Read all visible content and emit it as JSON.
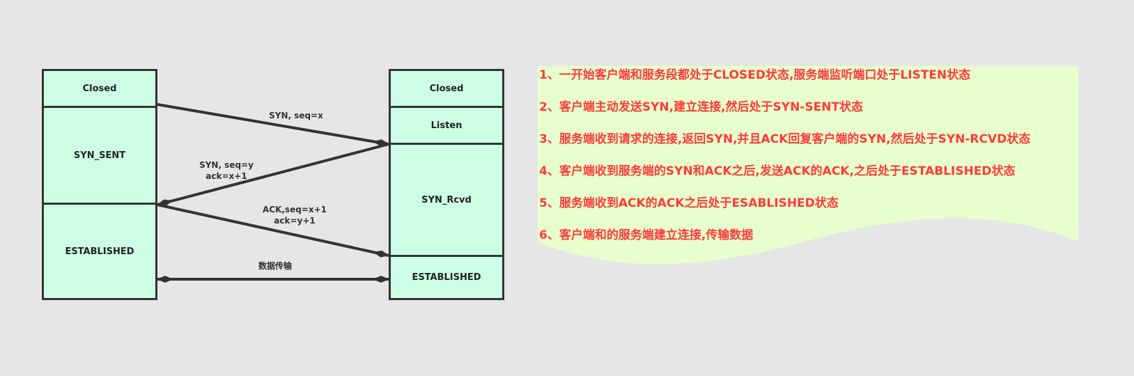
{
  "client": {
    "states": [
      "Closed",
      "SYN_SENT",
      "ESTABLISHED"
    ]
  },
  "server": {
    "states": [
      "Closed",
      "Listen",
      "SYN_Rcvd",
      "ESTABLISHED"
    ]
  },
  "messages": {
    "syn": "SYN, seq=x",
    "syn_ack_1": "SYN, seq=y",
    "syn_ack_2": "ack=x+1",
    "ack_1": "ACK,seq=x+1",
    "ack_2": "ack=y+1",
    "data": "数据传输"
  },
  "colors": {
    "box_fill": "#ccffe6",
    "border": "#333333",
    "note_fill": "#e6ffcc",
    "note_text": "#ff3b3b",
    "background": "#e6e6e6"
  },
  "notes": [
    "1、一开始客户端和服务段都处于CLOSED状态,服务端监听端口处于LISTEN状态",
    "2、客户端主动发送SYN,建立连接,然后处于SYN-SENT状态",
    "3、服务端收到请求的连接,返回SYN,并且ACK回复客户端的SYN,然后处于SYN-RCVD状态",
    "4、客户端收到服务端的SYN和ACK之后,发送ACK的ACK,之后处于ESTABLISHED状态",
    "5、服务端收到ACK的ACK之后处于ESABLISHED状态",
    "6、客户端和的服务端建立连接,传输数据"
  ]
}
